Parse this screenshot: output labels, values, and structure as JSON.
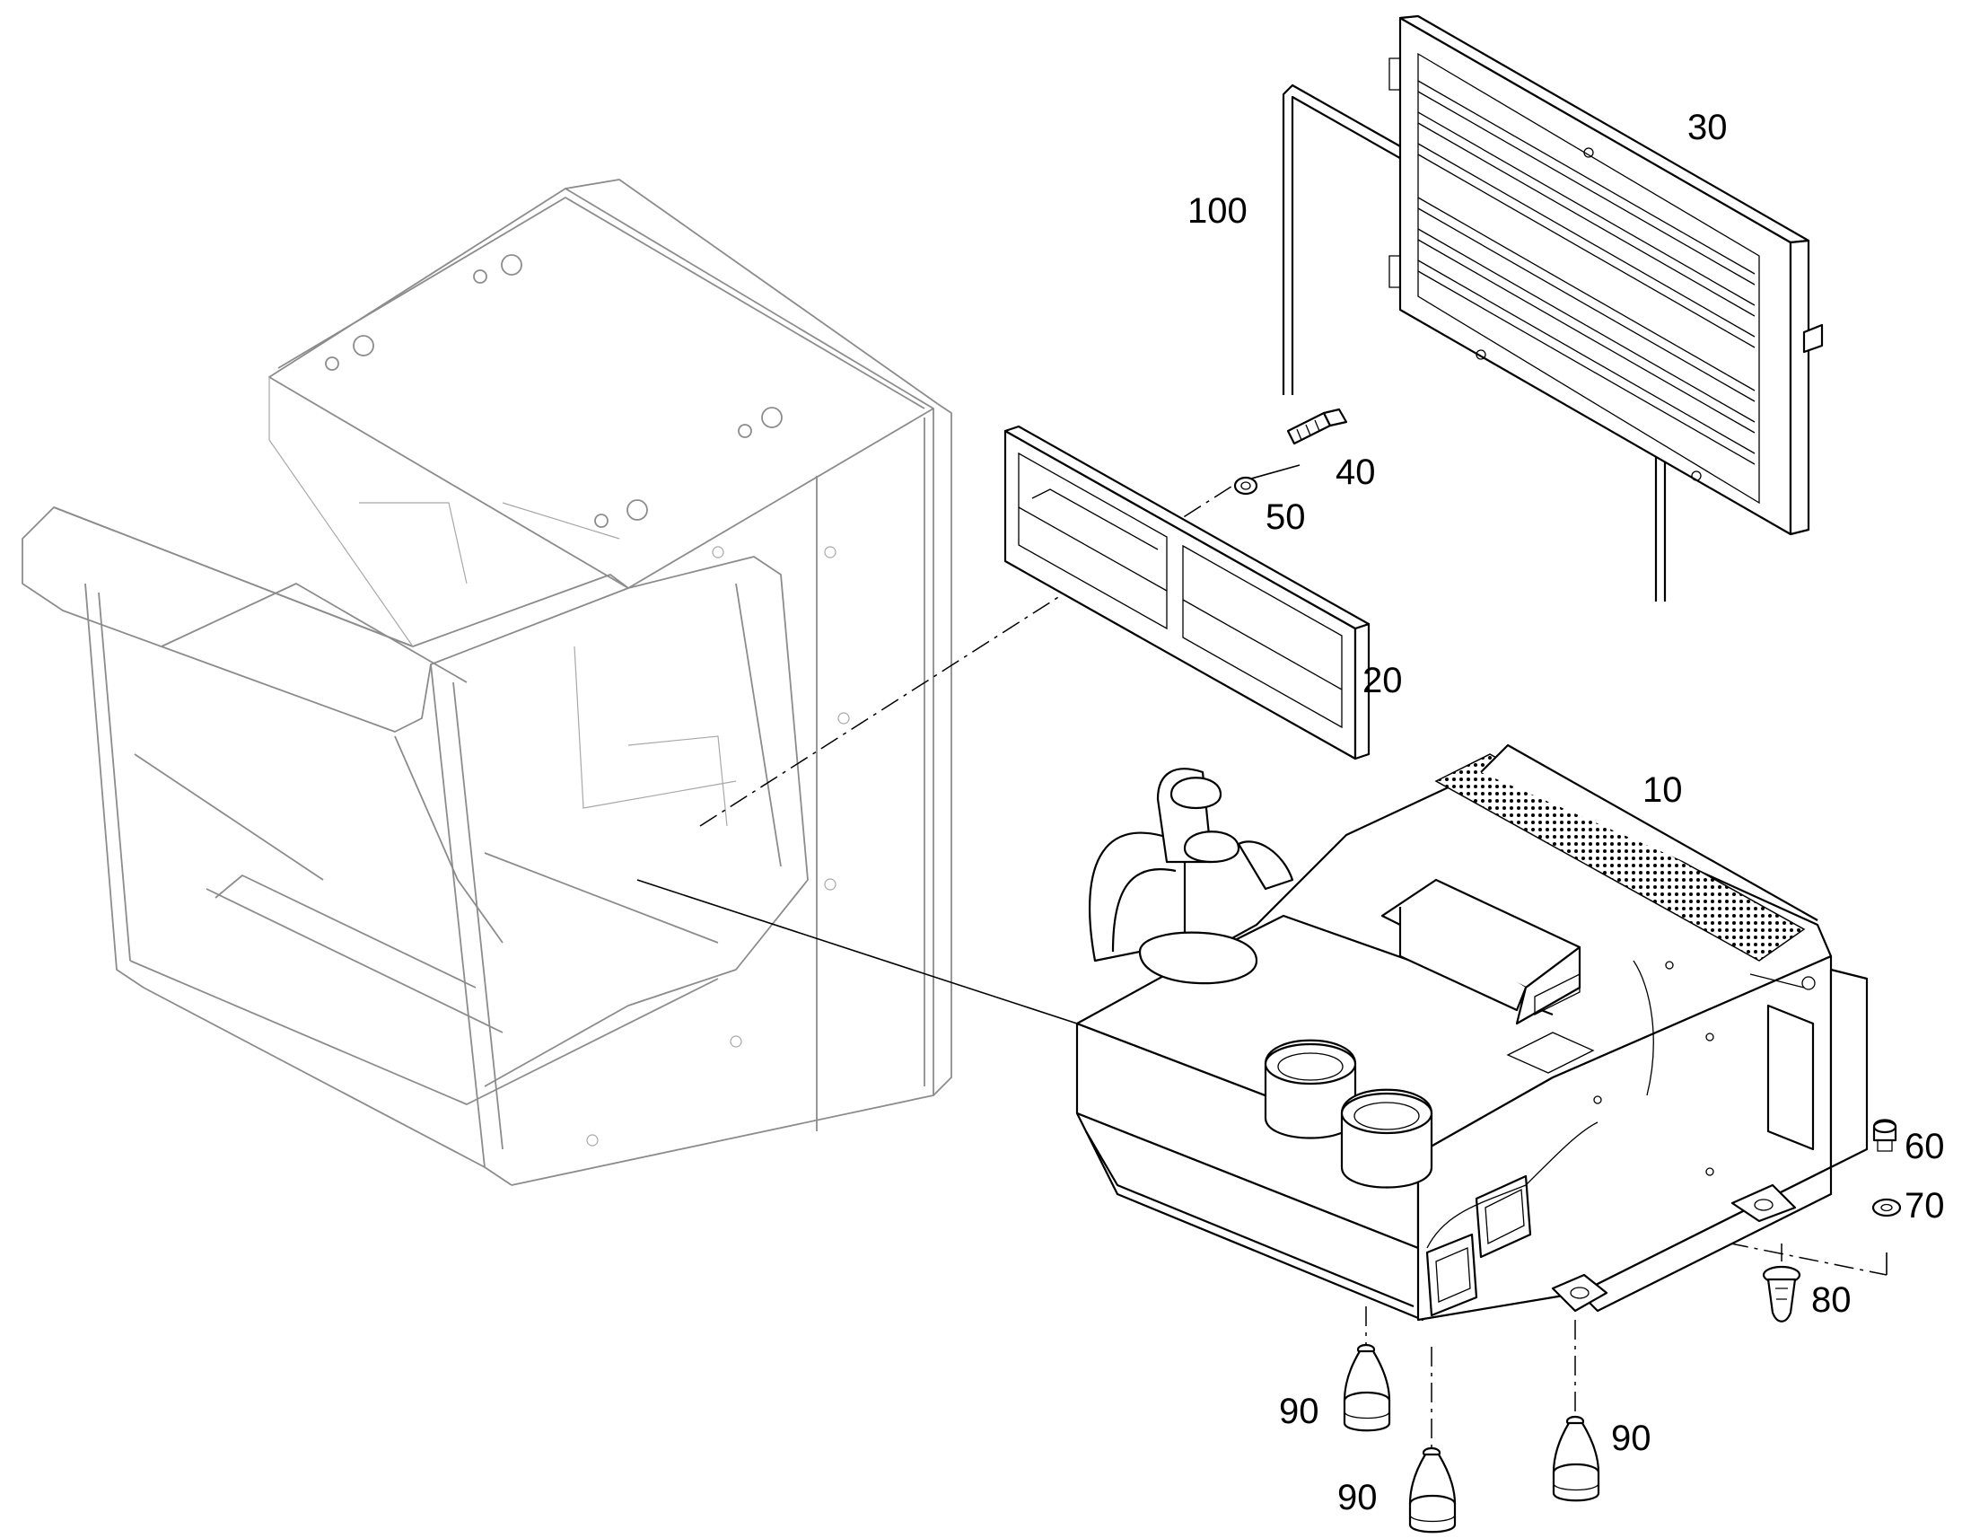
{
  "callouts": [
    {
      "id": "10",
      "text": "10"
    },
    {
      "id": "20",
      "text": "20"
    },
    {
      "id": "30",
      "text": "30"
    },
    {
      "id": "40",
      "text": "40"
    },
    {
      "id": "50",
      "text": "50"
    },
    {
      "id": "60",
      "text": "60"
    },
    {
      "id": "70",
      "text": "70"
    },
    {
      "id": "80",
      "text": "80"
    },
    {
      "id": "90a",
      "text": "90"
    },
    {
      "id": "90b",
      "text": "90"
    },
    {
      "id": "90c",
      "text": "90"
    },
    {
      "id": "100",
      "text": "100"
    }
  ],
  "colors": {
    "part_lines": "#000000",
    "cab_lines": "#8c8c8c",
    "background": "#ffffff"
  }
}
